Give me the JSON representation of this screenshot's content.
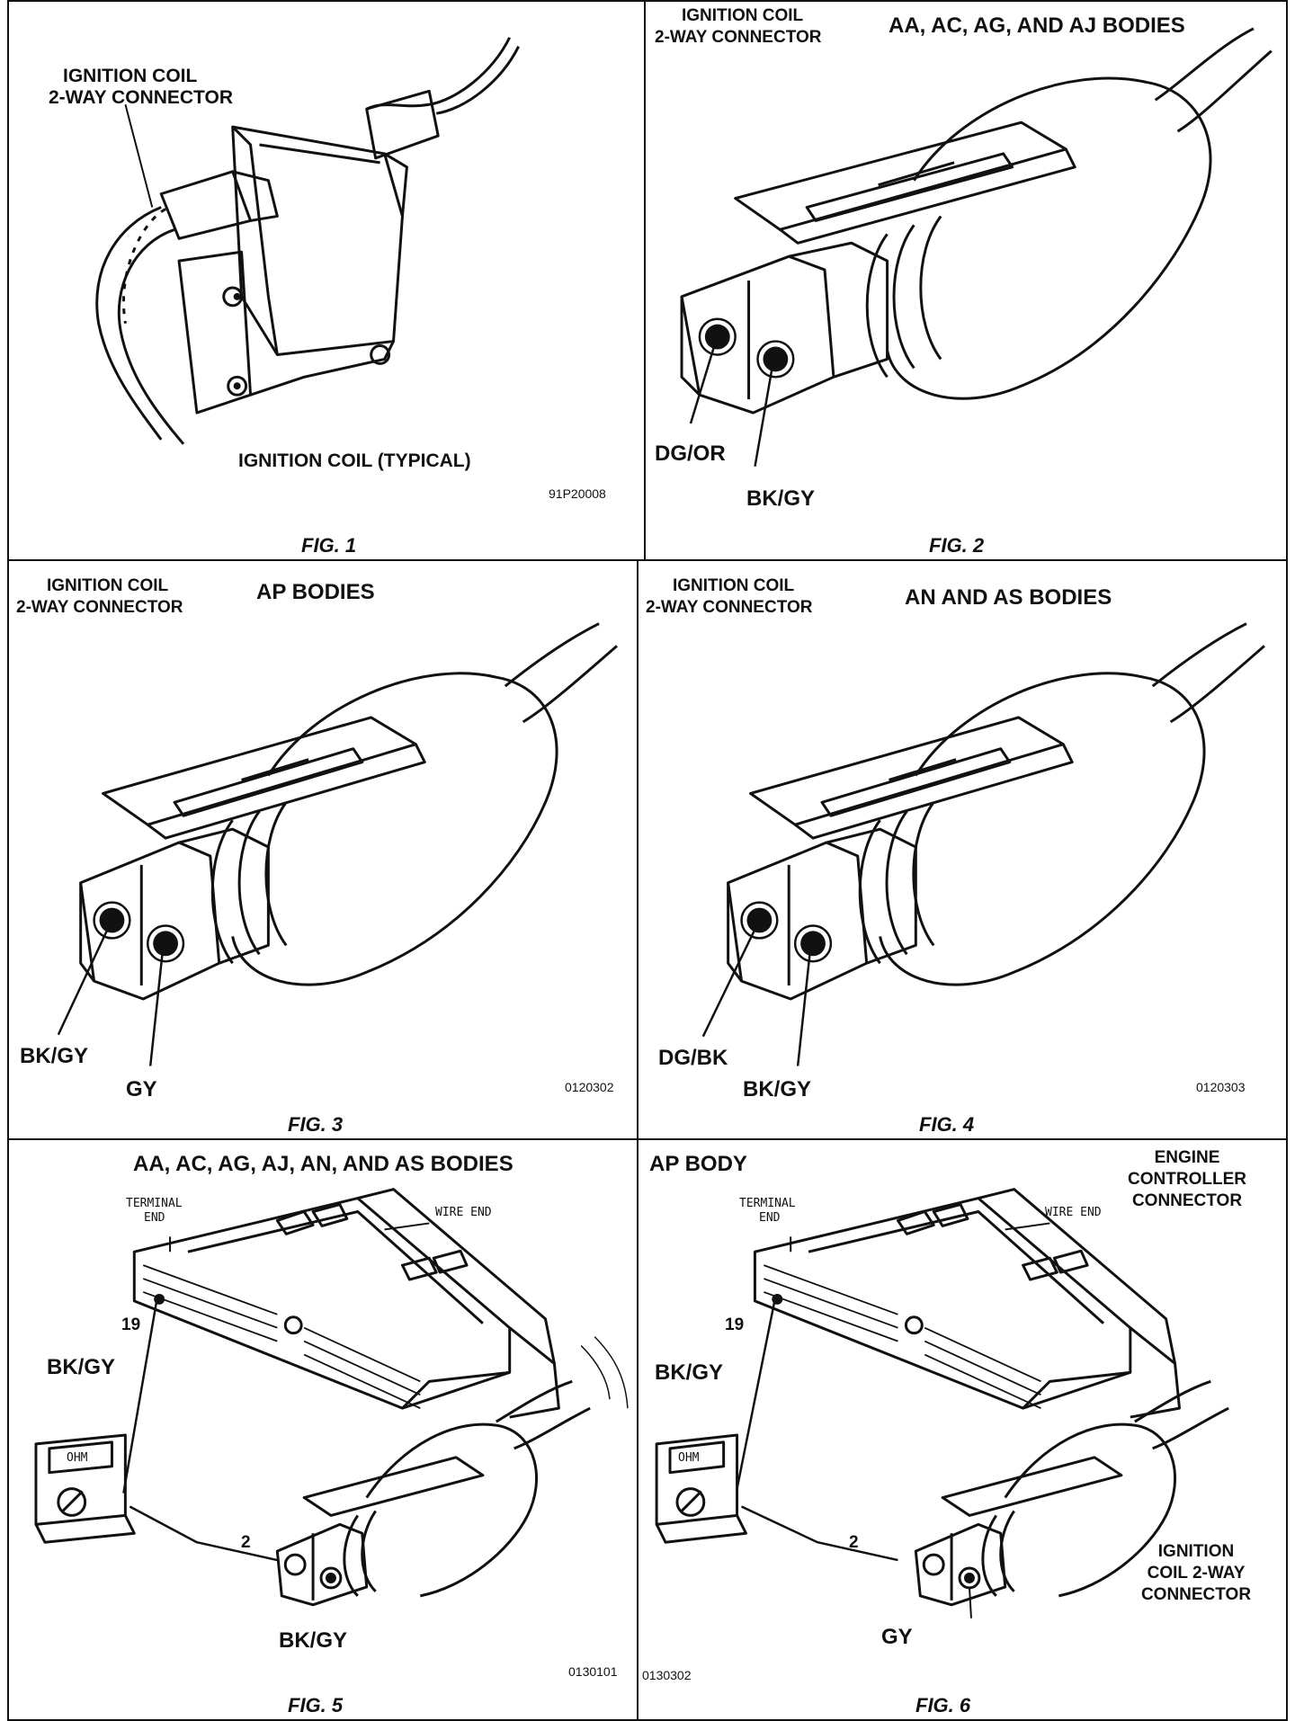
{
  "fig1": {
    "connector_label": [
      "IGNITION COIL",
      "2-WAY CONNECTOR"
    ],
    "coil_label": "IGNITION COIL (TYPICAL)",
    "code": "91P20008",
    "caption": "FIG. 1"
  },
  "fig2": {
    "connector_label": [
      "IGNITION COIL",
      "2-WAY CONNECTOR"
    ],
    "title": "AA, AC, AG, AND AJ BODIES",
    "wire1": "DG/OR",
    "wire2": "BK/GY",
    "caption": "FIG. 2"
  },
  "fig3": {
    "connector_label": [
      "IGNITION COIL",
      "2-WAY CONNECTOR"
    ],
    "title": "AP BODIES",
    "wire1": "BK/GY",
    "wire2": "GY",
    "code": "0120302",
    "caption": "FIG. 3"
  },
  "fig4": {
    "connector_label": [
      "IGNITION COIL",
      "2-WAY CONNECTOR"
    ],
    "title": "AN AND AS BODIES",
    "wire1": "DG/BK",
    "wire2": "BK/GY",
    "code": "0120303",
    "caption": "FIG. 4"
  },
  "fig5": {
    "title": "AA, AC, AG, AJ, AN, AND AS BODIES",
    "terminal_end": [
      "TERMINAL",
      "END"
    ],
    "wire_end": "WIRE END",
    "pin": "19",
    "pin_wire": "BK/GY",
    "meter": "OHM",
    "coil_pin": "2",
    "coil_wire": "BK/GY",
    "code": "0130101",
    "caption": "FIG. 5"
  },
  "fig6": {
    "title": "AP BODY",
    "ecc_label": [
      "ENGINE",
      "CONTROLLER",
      "CONNECTOR"
    ],
    "terminal_end": [
      "TERMINAL",
      "END"
    ],
    "wire_end": "WIRE END",
    "pin": "19",
    "pin_wire": "BK/GY",
    "meter": "OHM",
    "coil_pin": "2",
    "coil_label": [
      "IGNITION",
      "COIL 2-WAY",
      "CONNECTOR"
    ],
    "coil_wire": "GY",
    "code": "0130302",
    "caption": "FIG. 6"
  }
}
